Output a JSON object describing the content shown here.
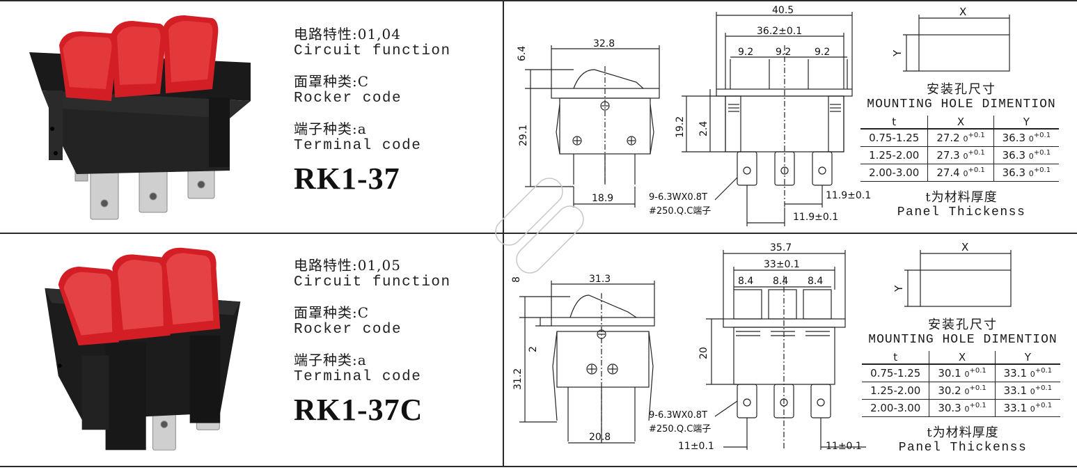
{
  "rows": [
    {
      "circuit_cn": "电路特性:01,04",
      "circuit_en": "Circuit function",
      "rocker_cn": "面罩种类:C",
      "rocker_en": "Rocker code",
      "terminal_cn": "端子种类:a",
      "terminal_en": "Terminal code",
      "model": "RK1-37",
      "dims": {
        "side_width": "32.8",
        "side_top": "6.4",
        "side_height": "29.1",
        "side_bottom": "18.9",
        "front_total": "40.5",
        "front_inner": "36.2±0.1",
        "pitch_a": "9.2",
        "pitch_b": "9.2",
        "pitch_c": "9.2",
        "front_height": "19.2",
        "front_small": "2.4",
        "term_pitch_1": "11.9±0.1",
        "term_pitch_2": "11.9±0.1",
        "terminal_spec": "9-6.3WX0.8T",
        "terminal_std": "#250.Q.C端子"
      },
      "mount": {
        "x_label": "X",
        "y_label": "Y",
        "title_cn": "安装孔尺寸",
        "title_en": "MOUNTING HOLE DIMENTION",
        "head_t": "t",
        "head_x": "X",
        "head_y": "Y",
        "rows": [
          {
            "t": "0.75-1.25",
            "x": "27.2",
            "y": "36.3"
          },
          {
            "t": "1.25-2.00",
            "x": "27.3",
            "y": "36.3"
          },
          {
            "t": "2.00-3.00",
            "x": "27.4",
            "y": "36.3"
          }
        ],
        "tol_up": "+0.1",
        "tol_low": "0",
        "note_cn": "t为材料厚度",
        "note_en": "Panel Thickenss"
      }
    },
    {
      "circuit_cn": "电路特性:01,05",
      "circuit_en": "Circuit function",
      "rocker_cn": "面罩种类:C",
      "rocker_en": "Rocker code",
      "terminal_cn": "端子种类:a",
      "terminal_en": "Terminal code",
      "model": "RK1-37C",
      "dims": {
        "side_width": "31.3",
        "side_top": "8",
        "side_height": "31.2",
        "side_small": "2",
        "side_bottom": "20.8",
        "front_total": "35.7",
        "front_inner": "33±0.1",
        "pitch_a": "8.4",
        "pitch_b": "8.4",
        "pitch_c": "8.4",
        "front_height": "20",
        "term_pitch_1": "11±0.1",
        "term_pitch_2": "11±0.1",
        "terminal_spec": "9-6.3WX0.8T",
        "terminal_std": "#250.Q.C端子"
      },
      "mount": {
        "x_label": "X",
        "y_label": "Y",
        "title_cn": "安装孔尺寸",
        "title_en": "MOUNTING HOLE DIMENTION",
        "head_t": "t",
        "head_x": "X",
        "head_y": "Y",
        "rows": [
          {
            "t": "0.75-1.25",
            "x": "30.1",
            "y": "33.1"
          },
          {
            "t": "1.25-2.00",
            "x": "30.2",
            "y": "33.1"
          },
          {
            "t": "2.00-3.00",
            "x": "30.3",
            "y": "33.1"
          }
        ],
        "tol_up": "+0.1",
        "tol_low": "0",
        "note_cn": "t为材料厚度",
        "note_en": "Panel Thickenss"
      }
    }
  ],
  "colors": {
    "rocker_red": "#d41e25",
    "housing_black": "#1c1c1c",
    "terminal_silver": "#c9c9c9",
    "line": "#222222"
  }
}
